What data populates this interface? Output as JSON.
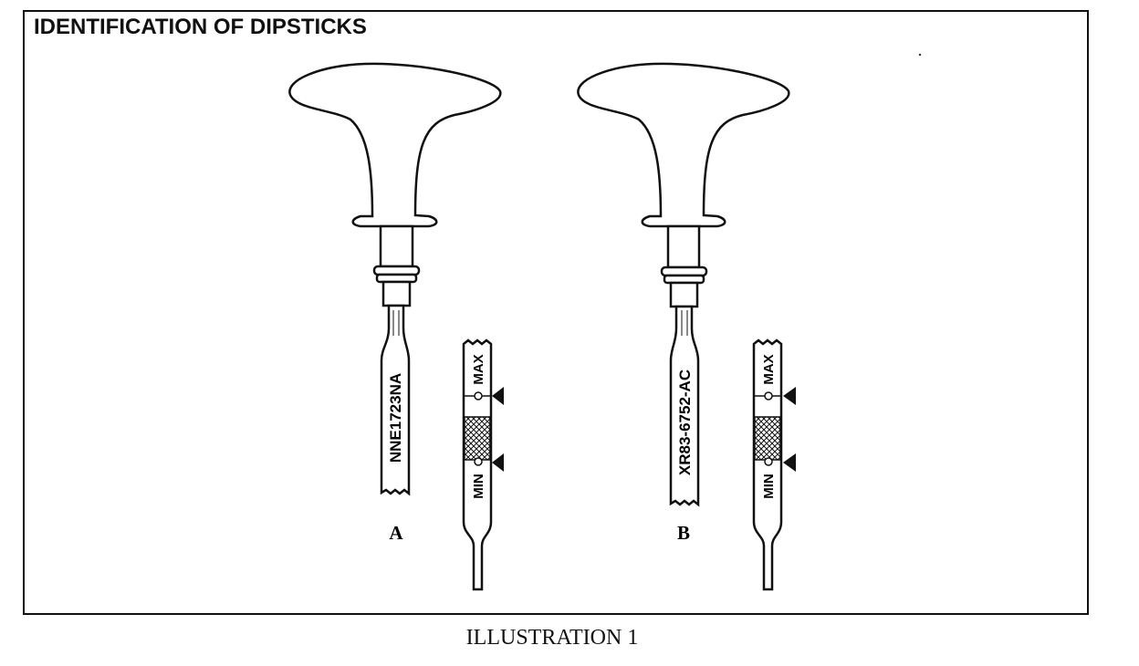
{
  "title": "IDENTIFICATION OF DIPSTICKS",
  "caption": "ILLUSTRATION 1",
  "dipsticks": [
    {
      "letter": "A",
      "part_number": "NNE1723NA",
      "max_label": "MAX",
      "min_label": "MIN"
    },
    {
      "letter": "B",
      "part_number": "XR83-6752-AC",
      "max_label": "MAX",
      "min_label": "MIN"
    }
  ]
}
